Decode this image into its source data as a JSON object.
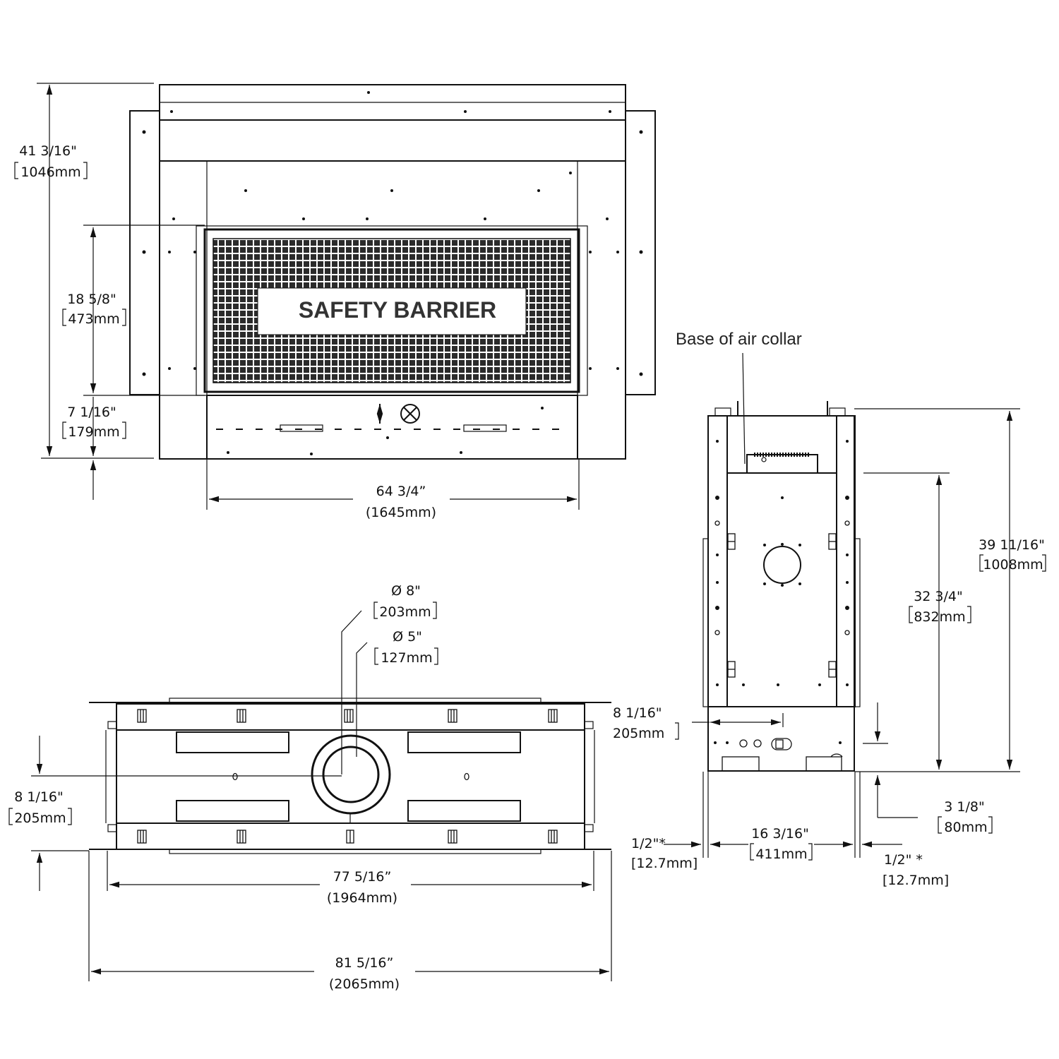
{
  "front_view": {
    "safety_barrier": "SAFETY BARRIER",
    "overall_height": {
      "in": "41 3/16\"",
      "mm": "1046mm"
    },
    "opening_height": {
      "in": "18 5/8\"",
      "mm": "473mm"
    },
    "base_height": {
      "in": "7 1/16\"",
      "mm": "179mm"
    },
    "width": {
      "in": "64 3/4”",
      "mm": "(1645mm)"
    }
  },
  "top_view": {
    "collar_outer": {
      "in": "Ø 8\"",
      "mm": "203mm"
    },
    "collar_inner": {
      "in": "Ø 5\"",
      "mm": "127mm"
    },
    "collar_offset": {
      "in": "8 1/16\"",
      "mm": "205mm"
    },
    "inner_width": {
      "in": "77 5/16”",
      "mm": "(1964mm)"
    },
    "overall_width": {
      "in": "81 5/16”",
      "mm": "(2065mm)"
    }
  },
  "side_view": {
    "air_collar_label": "Base of air collar",
    "overall_height": {
      "in": "39 11/16\"",
      "mm": "1008mm"
    },
    "collar_height": {
      "in": "32 3/4\"",
      "mm": "832mm"
    },
    "collar_depth": {
      "in": "8 1/16\"",
      "mm": "205mm"
    },
    "gas_inlet_height": {
      "in": "3 1/8\"",
      "mm": "80mm"
    },
    "depth": {
      "in": "16 3/16\"",
      "mm": "411mm"
    },
    "left_clearance": {
      "in": "1/2\"*",
      "mm": "[12.7mm]"
    },
    "right_clearance": {
      "in": "1/2\" *",
      "mm": "[12.7mm]"
    }
  }
}
